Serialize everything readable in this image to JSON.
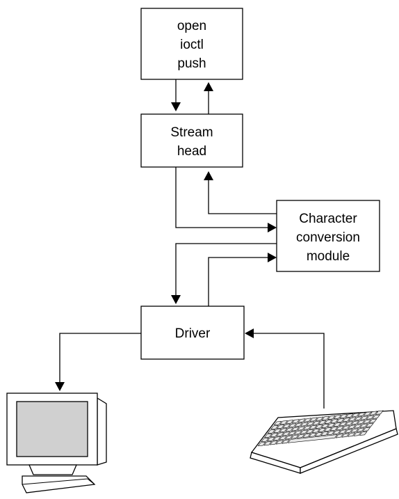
{
  "boxes": {
    "syscalls": {
      "lines": [
        "open",
        "ioctl",
        "push"
      ]
    },
    "stream_head": {
      "lines": [
        "Stream",
        "head"
      ]
    },
    "char_module": {
      "lines": [
        "Character",
        "conversion",
        "module"
      ]
    },
    "driver": {
      "lines": [
        "Driver"
      ]
    }
  },
  "devices": {
    "monitor": {
      "icon": "monitor-icon"
    },
    "keyboard": {
      "icon": "keyboard-icon"
    }
  }
}
